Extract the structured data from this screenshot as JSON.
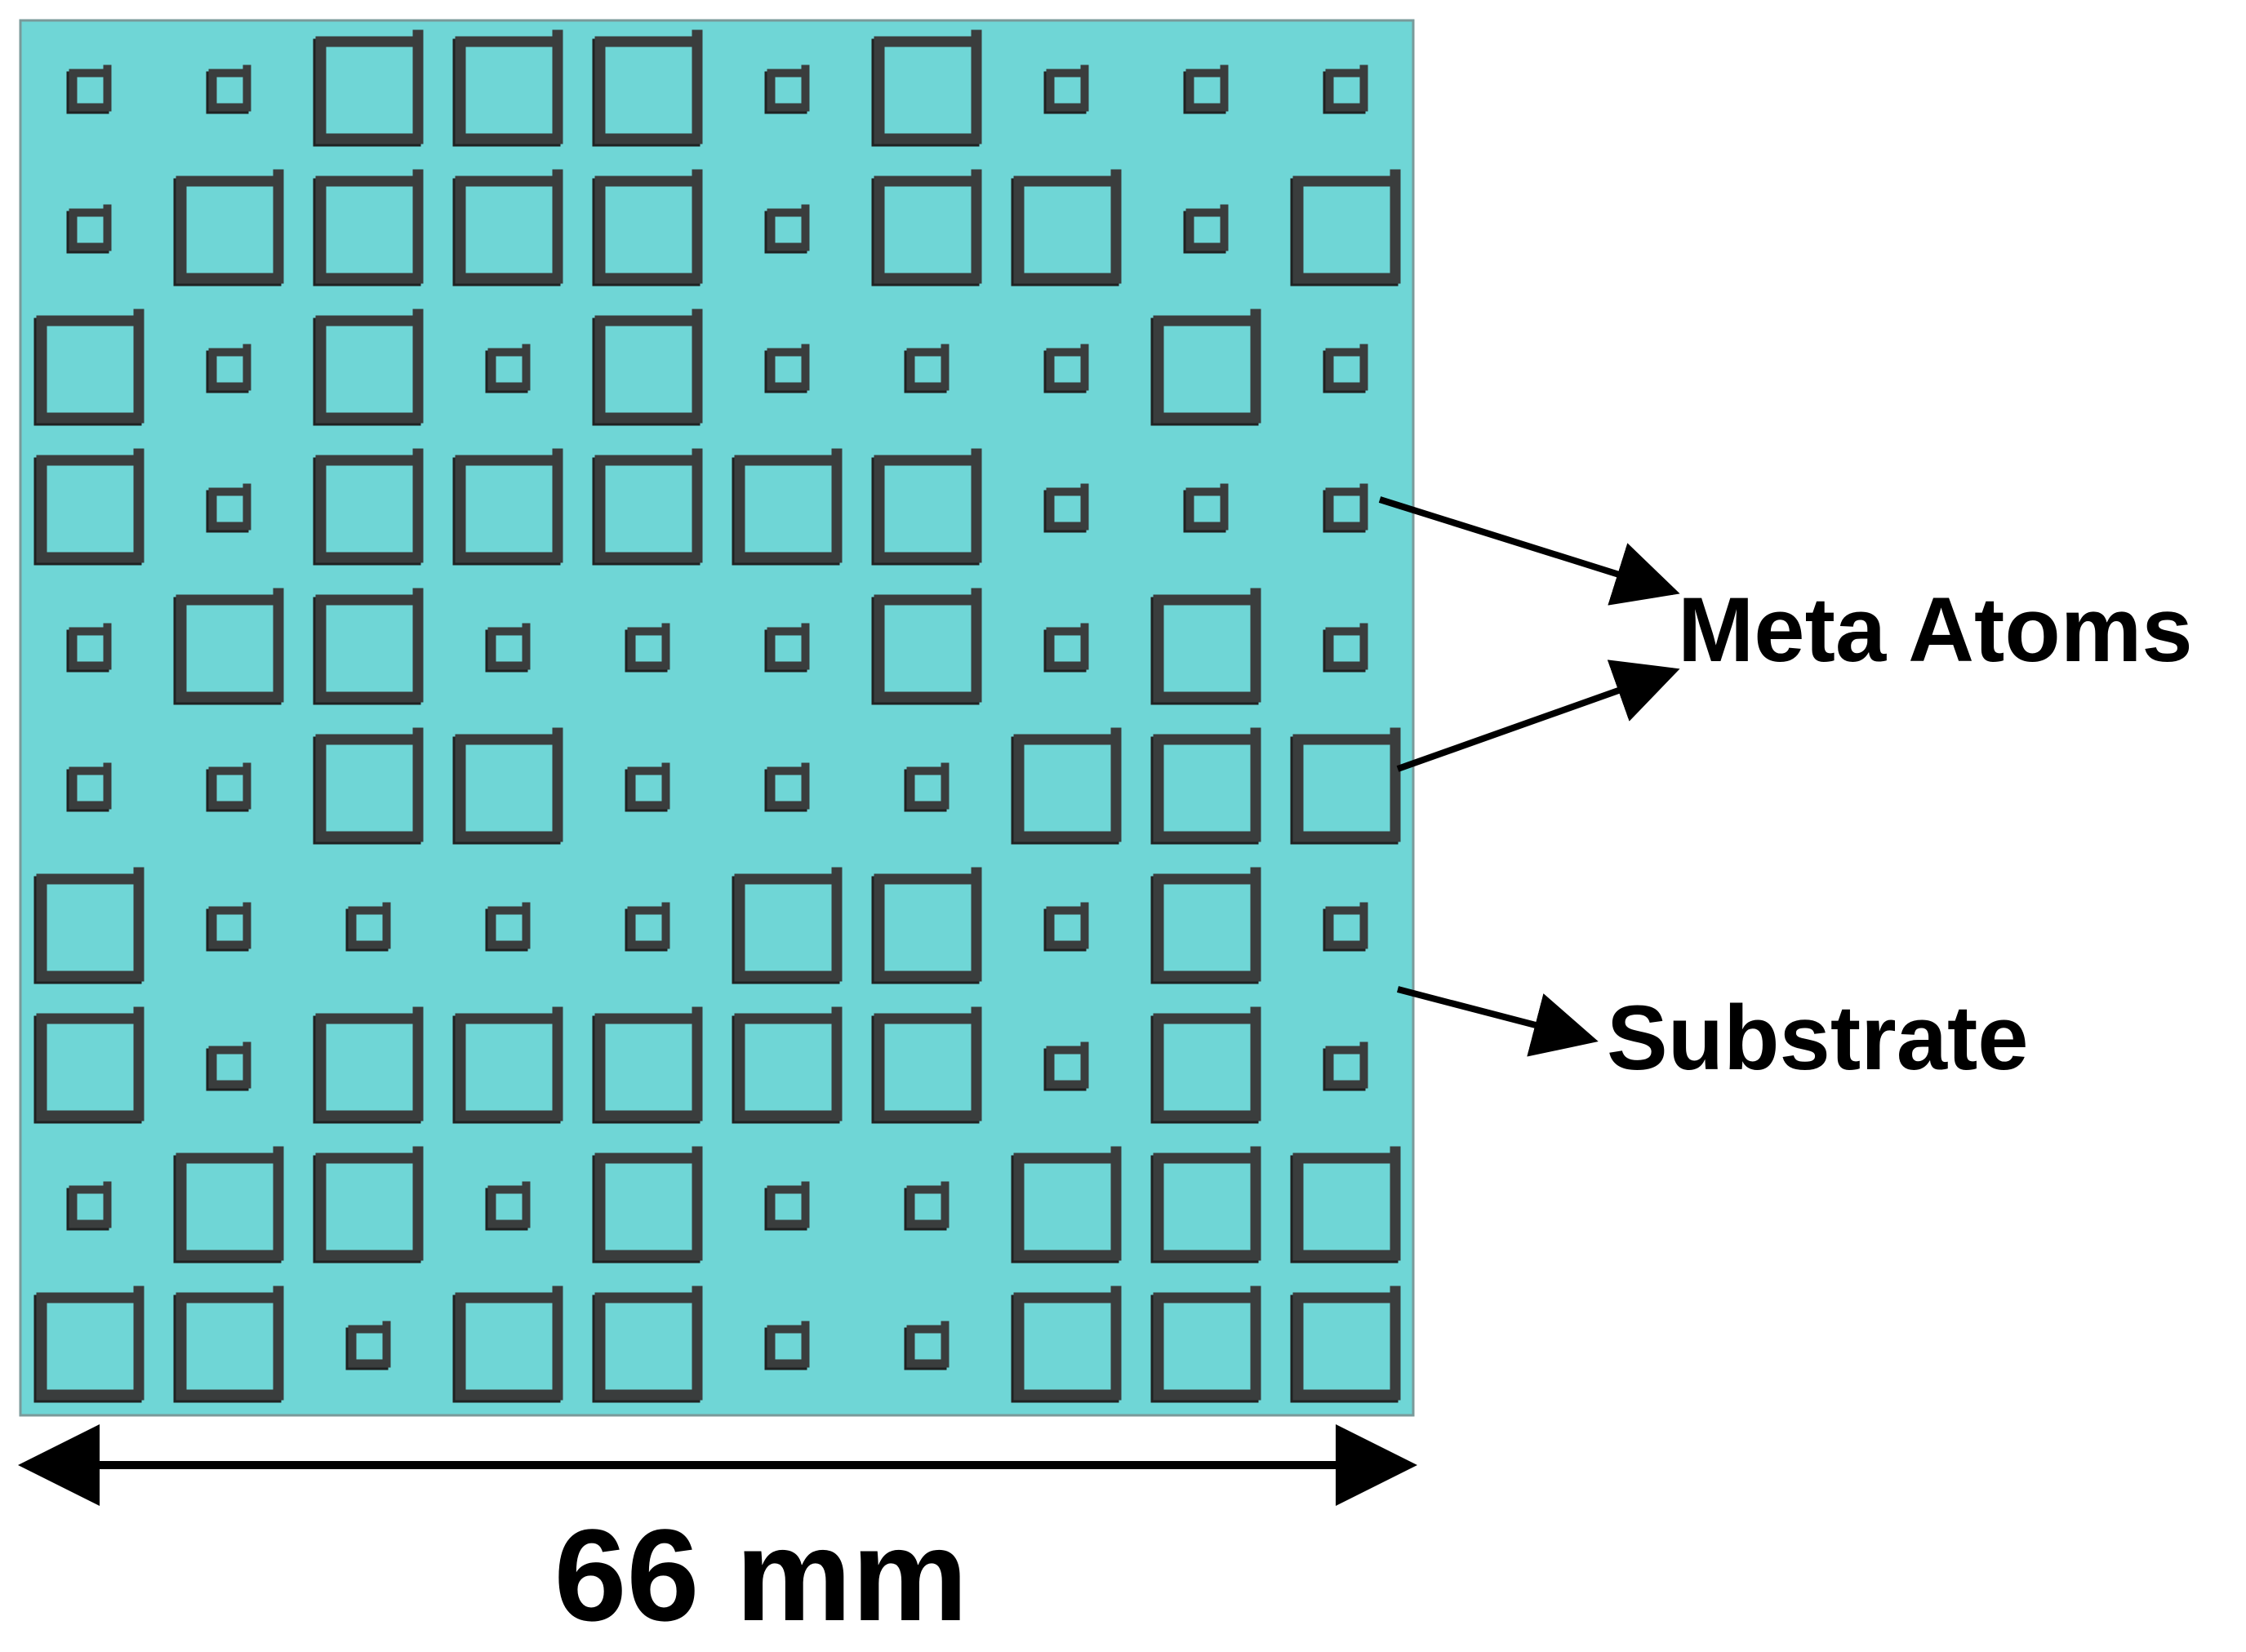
{
  "labels": {
    "meta_atoms": "Meta Atoms",
    "substrate": "Substrate",
    "dimension": "66 mm"
  },
  "colors": {
    "substrate_fill": "#6fd6d6",
    "substrate_border": "#7a9a9a",
    "atom_fill": "#3a3d3d",
    "atom_inner": "#6fd6d6",
    "arrow": "#000000"
  },
  "grid": {
    "rows": 10,
    "cols": 10,
    "legend": "L = large meta atom, S = small meta atom",
    "pattern": [
      "SSLLLSLSSS",
      "SLLLLSLLSL",
      "LSLSLSSSLS",
      "LSLLLLLSSS",
      "SLLSSSLSLS",
      "SSLLSSSLLL",
      "LSSSSLLSLS",
      "LSLLLLLSLS",
      "SLLSLSSLLL",
      "LLSLLSSLLL"
    ]
  }
}
